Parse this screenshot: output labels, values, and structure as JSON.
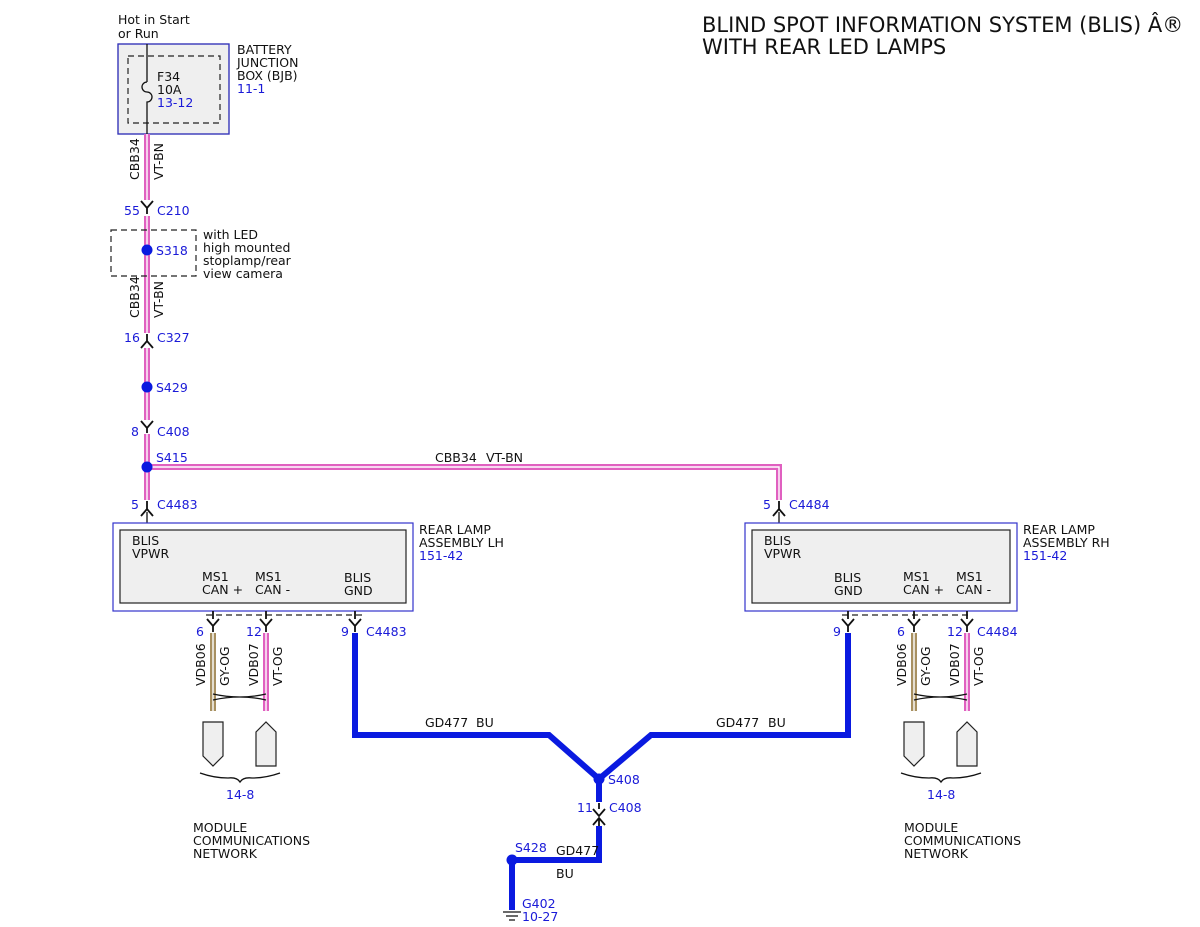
{
  "title": {
    "line1": "BLIND SPOT INFORMATION SYSTEM (BLIS) Â®",
    "line2": "WITH REAR LED LAMPS"
  },
  "power_source": {
    "line1": "Hot in Start",
    "line2": "or Run"
  },
  "bjb": {
    "name_line1": "BATTERY",
    "name_line2": "JUNCTION",
    "name_line3": "BOX (BJB)",
    "ref": "11-1",
    "fuse_id": "F34",
    "fuse_rating": "10A",
    "fuse_ref": "13-12"
  },
  "wires": {
    "cbb34": "CBB34",
    "vtbn": "VT-BN",
    "gd477": "GD477",
    "bu": "BU",
    "vdb06": "VDB06",
    "gyog": "GY-OG",
    "vdb07": "VDB07",
    "vtog": "VT-OG"
  },
  "connectors": {
    "c210": {
      "pin": "55",
      "name": "C210"
    },
    "c327": {
      "pin": "16",
      "name": "C327"
    },
    "c408_top": {
      "pin": "8",
      "name": "C408"
    },
    "c4483_top": {
      "pin": "5",
      "name": "C4483"
    },
    "c4484_top": {
      "pin": "5",
      "name": "C4484"
    },
    "lh_bottom": {
      "pin_gnd": "9",
      "name": "C4483",
      "pin_can_p": "6",
      "pin_can_m": "12"
    },
    "rh_bottom": {
      "pin_gnd": "9",
      "name": "C4484",
      "pin_can_p": "6",
      "pin_can_m": "12"
    },
    "c408_bottom": {
      "pin": "11",
      "name": "C408"
    }
  },
  "splices": {
    "s318": "S318",
    "s429": "S429",
    "s415": "S415",
    "s408": "S408",
    "s428": "S428"
  },
  "s318_note": {
    "line1": "with LED",
    "line2": "high mounted",
    "line3": "stoplamp/rear",
    "line4": "view camera"
  },
  "lamp_lh": {
    "name_line1": "REAR LAMP",
    "name_line2": "ASSEMBLY LH",
    "ref": "151-42",
    "vpwr_line1": "BLIS",
    "vpwr_line2": "VPWR",
    "can_p_line1": "MS1",
    "can_p_line2": "CAN +",
    "can_m_line1": "MS1",
    "can_m_line2": "CAN -",
    "gnd_line1": "BLIS",
    "gnd_line2": "GND"
  },
  "lamp_rh": {
    "name_line1": "REAR LAMP",
    "name_line2": "ASSEMBLY RH",
    "ref": "151-42",
    "vpwr_line1": "BLIS",
    "vpwr_line2": "VPWR",
    "gnd_line1": "BLIS",
    "gnd_line2": "GND",
    "can_p_line1": "MS1",
    "can_p_line2": "CAN +",
    "can_m_line1": "MS1",
    "can_m_line2": "CAN -"
  },
  "network_lh": {
    "ref": "14-8",
    "line1": "MODULE",
    "line2": "COMMUNICATIONS",
    "line3": "NETWORK"
  },
  "network_rh": {
    "ref": "14-8",
    "line1": "MODULE",
    "line2": "COMMUNICATIONS",
    "line3": "NETWORK"
  },
  "ground": {
    "name": "G402",
    "ref": "10-27"
  },
  "colors": {
    "pink_wire": "#e060c0",
    "ground_wire": "#0a1ae0",
    "gy_og_wire": "#a89060",
    "reference_blue": "#1a1ad8"
  }
}
